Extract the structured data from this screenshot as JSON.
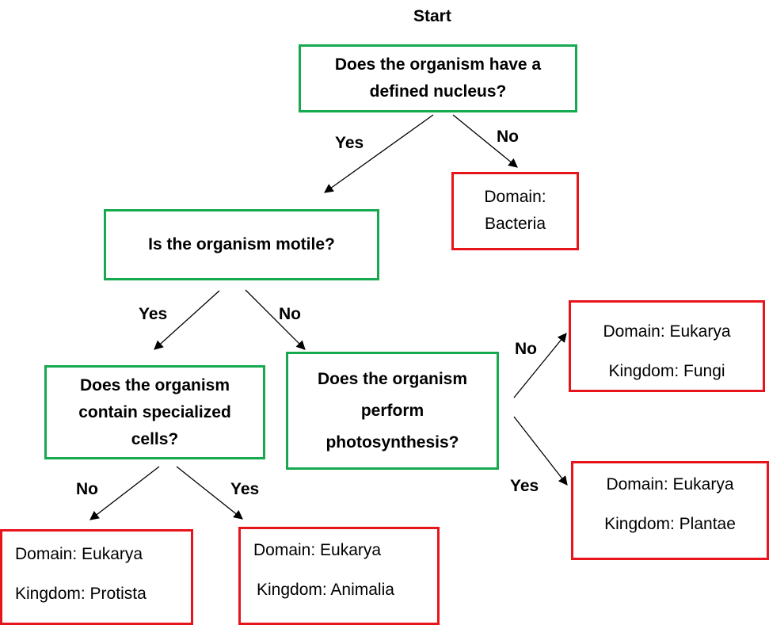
{
  "title": "Start",
  "colors": {
    "question_border": "#16a950",
    "result_border": "#e8141c",
    "arrow": "#000000"
  },
  "questions": {
    "nucleus": {
      "lines": [
        "Does the organism have a",
        "defined nucleus?"
      ]
    },
    "motile": {
      "lines": [
        "Is the organism motile?"
      ]
    },
    "specialized": {
      "lines": [
        "Does the organism",
        "contain specialized",
        "cells?"
      ]
    },
    "photosynthesis": {
      "lines": [
        "Does the organism",
        "perform",
        "photosynthesis?"
      ]
    }
  },
  "results": {
    "bacteria": {
      "lines": [
        "Domain:",
        "Bacteria"
      ]
    },
    "fungi": {
      "lines": [
        "Domain: Eukarya",
        "Kingdom: Fungi"
      ]
    },
    "plantae": {
      "lines": [
        "Domain: Eukarya",
        "Kingdom: Plantae"
      ]
    },
    "protista": {
      "lines": [
        "Domain: Eukarya",
        "Kingdom: Protista"
      ]
    },
    "animalia": {
      "lines": [
        "Domain: Eukarya",
        "Kingdom: Animalia"
      ]
    }
  },
  "edges": [
    {
      "from": "nucleus",
      "to": "motile",
      "label": "Yes"
    },
    {
      "from": "nucleus",
      "to": "bacteria",
      "label": "No"
    },
    {
      "from": "motile",
      "to": "specialized",
      "label": "Yes"
    },
    {
      "from": "motile",
      "to": "photosynthesis",
      "label": "No"
    },
    {
      "from": "photosynthesis",
      "to": "fungi",
      "label": "No"
    },
    {
      "from": "photosynthesis",
      "to": "plantae",
      "label": "Yes"
    },
    {
      "from": "specialized",
      "to": "protista",
      "label": "No"
    },
    {
      "from": "specialized",
      "to": "animalia",
      "label": "Yes"
    }
  ]
}
